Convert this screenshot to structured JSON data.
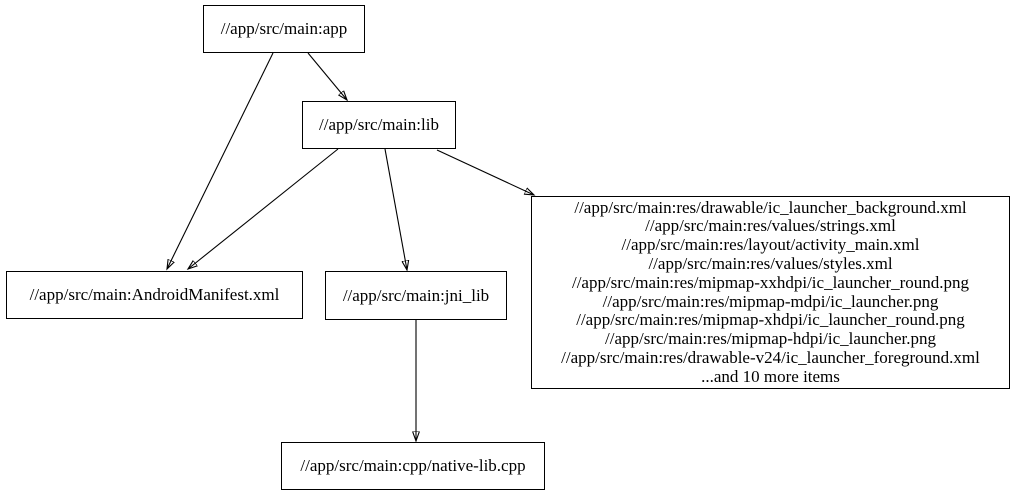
{
  "graph": {
    "background_color": "#ffffff",
    "node_border_color": "#000000",
    "edge_color": "#000000",
    "text_color": "#000000",
    "nodes": {
      "app": {
        "label": "//app/src/main:app"
      },
      "lib": {
        "label": "//app/src/main:lib"
      },
      "manifest": {
        "label": "//app/src/main:AndroidManifest.xml"
      },
      "jni_lib": {
        "label": "//app/src/main:jni_lib"
      },
      "native_lib": {
        "label": "//app/src/main:cpp/native-lib.cpp"
      },
      "resources": {
        "lines": [
          "//app/src/main:res/drawable/ic_launcher_background.xml",
          "//app/src/main:res/values/strings.xml",
          "//app/src/main:res/layout/activity_main.xml",
          "//app/src/main:res/values/styles.xml",
          "//app/src/main:res/mipmap-xxhdpi/ic_launcher_round.png",
          "//app/src/main:res/mipmap-mdpi/ic_launcher.png",
          "//app/src/main:res/mipmap-xhdpi/ic_launcher_round.png",
          "//app/src/main:res/mipmap-hdpi/ic_launcher.png",
          "//app/src/main:res/drawable-v24/ic_launcher_foreground.xml",
          "...and 10 more items"
        ]
      }
    },
    "edges": [
      {
        "from": "app",
        "to": "manifest"
      },
      {
        "from": "app",
        "to": "lib"
      },
      {
        "from": "lib",
        "to": "manifest"
      },
      {
        "from": "lib",
        "to": "jni_lib"
      },
      {
        "from": "lib",
        "to": "resources"
      },
      {
        "from": "jni_lib",
        "to": "native_lib"
      }
    ]
  }
}
